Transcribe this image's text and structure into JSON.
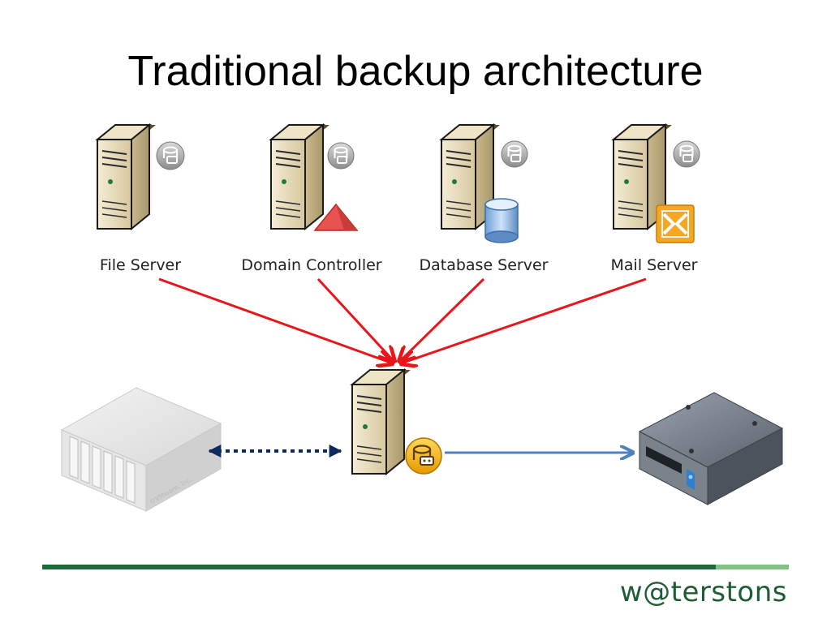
{
  "title": "Traditional backup architecture",
  "servers": [
    {
      "label": "File Server",
      "icon": "database-badge-icon"
    },
    {
      "label": "Domain Controller",
      "icon": "pyramid-icon"
    },
    {
      "label": "Database Server",
      "icon": "database-cylinder-icon"
    },
    {
      "label": "Mail Server",
      "icon": "exchange-icon"
    }
  ],
  "backup_server": {
    "icon": "backup-badge-icon"
  },
  "storage_array": {
    "watermark": "©VMware, Inc."
  },
  "tape_drive": {
    "icon": "tape-drive-icon"
  },
  "connections": {
    "source_to_backup": {
      "style": "solid",
      "color": "#e8161b"
    },
    "storage_link": {
      "style": "dotted",
      "direction": "bidirectional",
      "color": "#0d2a5e"
    },
    "backup_to_tape": {
      "style": "solid",
      "color": "#4f81bd"
    }
  },
  "brand": "w@terstons",
  "colors": {
    "footer_dark": "#1e6b3a",
    "footer_light": "#7fc282",
    "server_body": "#e2d6b4"
  }
}
